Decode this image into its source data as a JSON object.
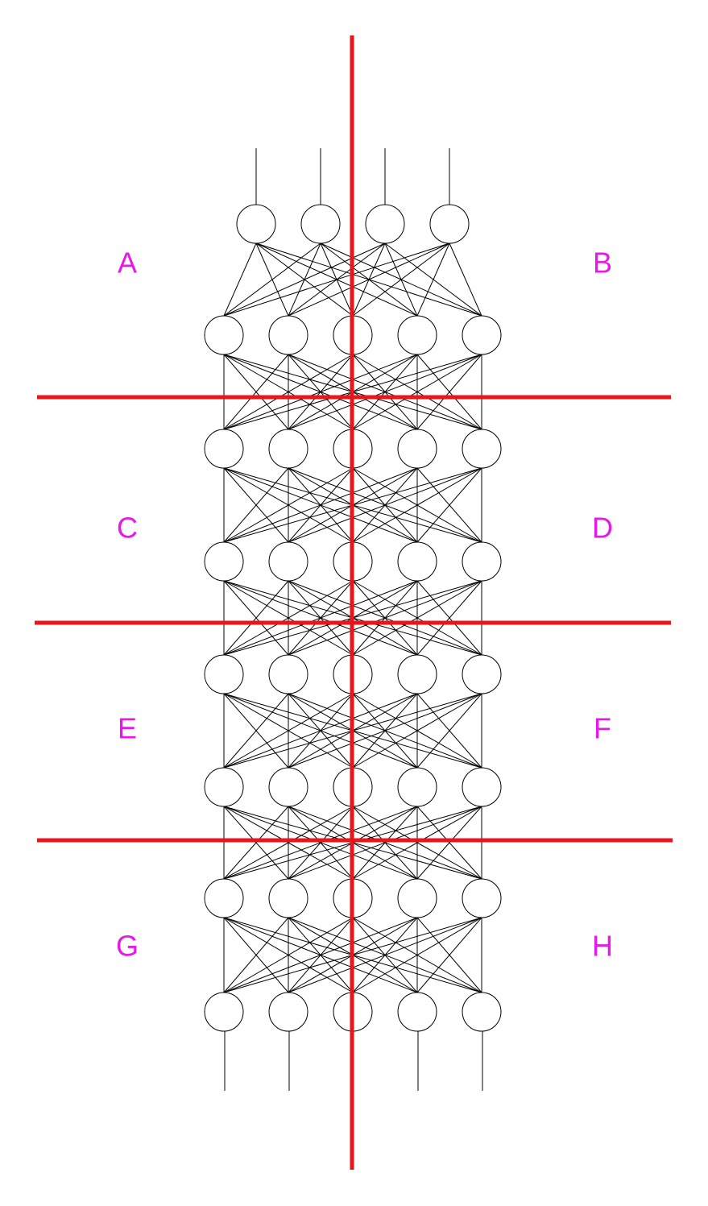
{
  "diagram": {
    "type": "neural-network-partition",
    "layers": [
      {
        "nodes": 4
      },
      {
        "nodes": 5
      },
      {
        "nodes": 5
      },
      {
        "nodes": 5
      },
      {
        "nodes": 5
      },
      {
        "nodes": 5
      },
      {
        "nodes": 5
      },
      {
        "nodes": 5
      }
    ],
    "input_lines": 4,
    "output_lines": 4,
    "regions": [
      {
        "id": "A",
        "label": "A"
      },
      {
        "id": "B",
        "label": "B"
      },
      {
        "id": "C",
        "label": "C"
      },
      {
        "id": "D",
        "label": "D"
      },
      {
        "id": "E",
        "label": "E"
      },
      {
        "id": "F",
        "label": "F"
      },
      {
        "id": "G",
        "label": "G"
      },
      {
        "id": "H",
        "label": "H"
      }
    ],
    "colors": {
      "network": "#000000",
      "partition": "#e8151b",
      "label": "#e619e6",
      "background": "#ffffff"
    }
  }
}
